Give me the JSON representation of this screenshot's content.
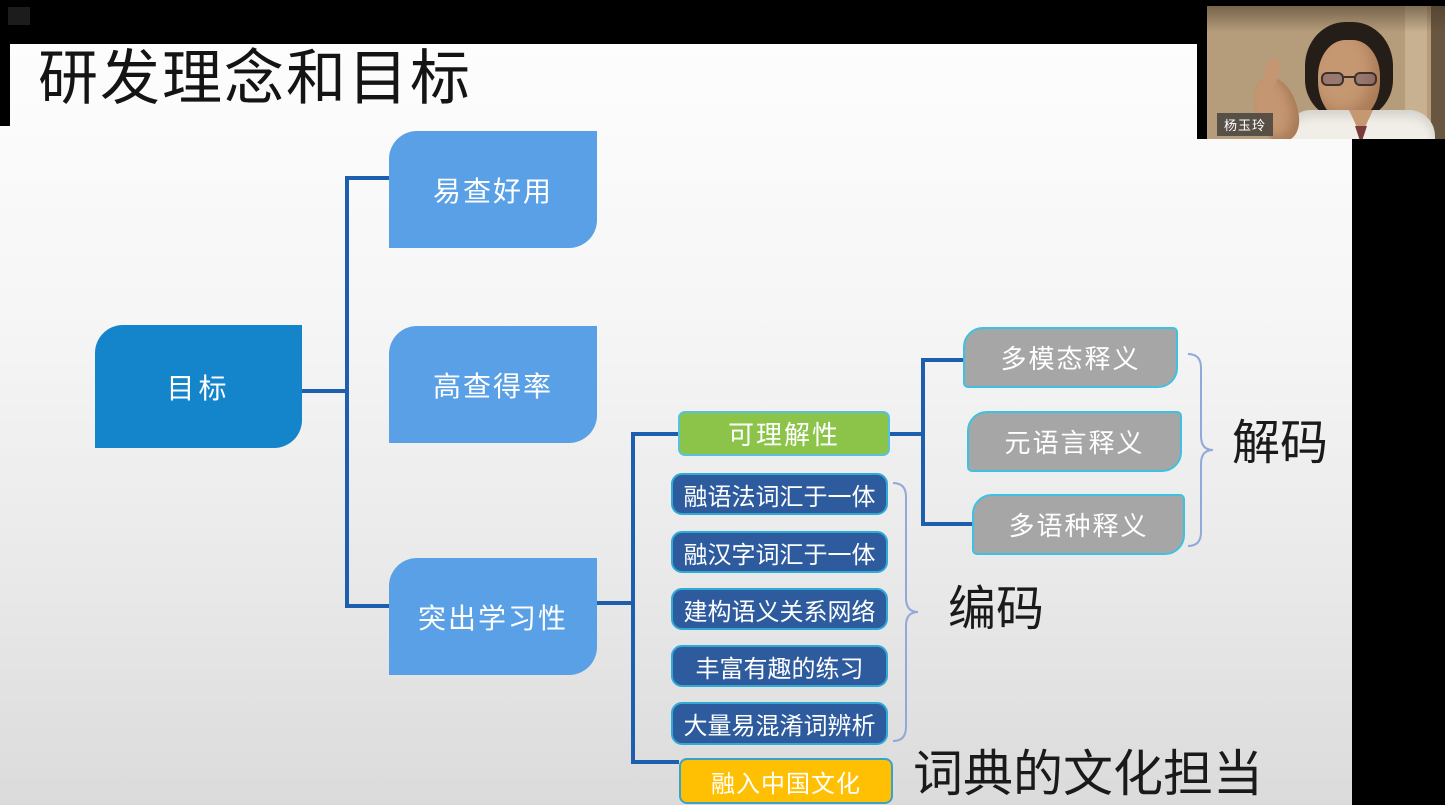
{
  "slide": {
    "title": "研发理念和目标",
    "tree": {
      "root": "目标",
      "goals": [
        "易查好用",
        "高查得率",
        "突出学习性"
      ],
      "comprehensibility": "可理解性",
      "decode_items": [
        "多模态释义",
        "元语言释义",
        "多语种释义"
      ],
      "encode_items": [
        "融语法词汇于一体",
        "融汉字词汇于一体",
        "建构语义关系网络",
        "丰富有趣的练习",
        "大量易混淆词辨析"
      ],
      "culture": "融入中国文化"
    },
    "annotations": {
      "decode": "解码",
      "encode": "编码",
      "culture_role": "词典的文化担当"
    },
    "colors": {
      "root_box": "#1484CB",
      "goal_box": "#5AA0E6",
      "comprehensibility_box": "#8CC44A",
      "encode_box": "#2D5B9E",
      "decode_box": "#A6A6A6",
      "culture_box": "#FFC004",
      "cyan_border": "#35B4DA",
      "connector": "#1D5FAE",
      "brace": "#8FA9D8"
    }
  },
  "webcam": {
    "name_tag": "杨玉玲"
  }
}
